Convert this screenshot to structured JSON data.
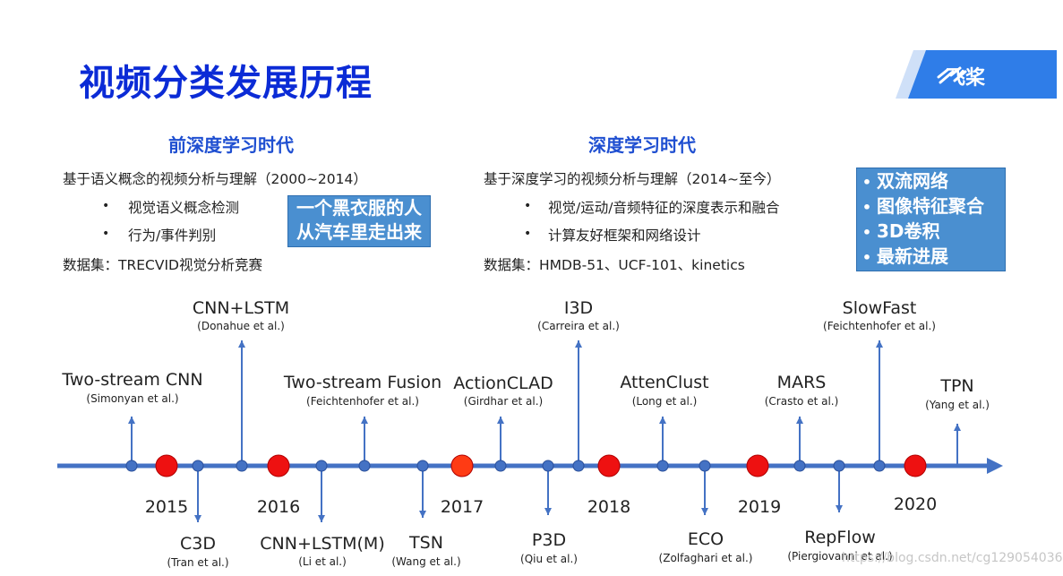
{
  "title": "视频分类发展历程",
  "logo": {
    "text": "飞桨",
    "mark": "paddle-logo-icon"
  },
  "pre_dl": {
    "heading": "前深度学习时代",
    "desc": "基于语义概念的视频分析与理解（2000~2014）",
    "bullets": [
      "视觉语义概念检测",
      "行为/事件判别"
    ],
    "dataset": "数据集：TRECVID视觉分析竞赛",
    "callout": [
      "一个黑衣服的人",
      "从汽车里走出来"
    ]
  },
  "dl": {
    "heading": "深度学习时代",
    "desc": "基于深度学习的视频分析与理解（2014~至今）",
    "bullets": [
      "视觉/运动/音频特征的深度表示和融合",
      "计算友好框架和网络设计"
    ],
    "dataset": "数据集：HMDB-51、UCF-101、kinetics",
    "callout": [
      "双流网络",
      "图像特征聚合",
      "3D卷积",
      "最新进展"
    ]
  },
  "timeline": {
    "axis_color": "#4472c4",
    "year_dot_color": "#ee1111",
    "years": [
      "2015",
      "2016",
      "2017",
      "2018",
      "2019",
      "2020"
    ],
    "above": [
      {
        "method": "Two-stream CNN",
        "author": "(Simonyan et al.)"
      },
      {
        "method": "CNN+LSTM",
        "author": "(Donahue et al.)"
      },
      {
        "method": "Two-stream Fusion",
        "author": "(Feichtenhofer et al.)"
      },
      {
        "method": "ActionCLAD",
        "author": "(Girdhar et al.)"
      },
      {
        "method": "I3D",
        "author": "(Carreira et al.)"
      },
      {
        "method": "AttenClust",
        "author": "(Long et al.)"
      },
      {
        "method": "MARS",
        "author": "(Crasto et al.)"
      },
      {
        "method": "SlowFast",
        "author": "(Feichtenhofer et al.)"
      },
      {
        "method": "TPN",
        "author": "(Yang et al.)"
      }
    ],
    "below": [
      {
        "method": "C3D",
        "author": "(Tran et al.)"
      },
      {
        "method": "CNN+LSTM(M)",
        "author": "(Li et al.)"
      },
      {
        "method": "TSN",
        "author": "(Wang et al.)"
      },
      {
        "method": "P3D",
        "author": "(Qiu et al.)"
      },
      {
        "method": "ECO",
        "author": "(Zolfaghari et al.)"
      },
      {
        "method": "RepFlow",
        "author": "(Piergiovanni et al.)"
      }
    ]
  },
  "watermark": "https://blog.csdn.net/cg129054036"
}
